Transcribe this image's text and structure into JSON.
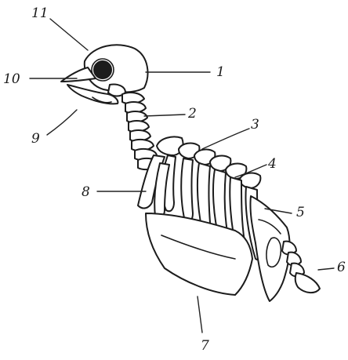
{
  "labels": {
    "l1": "1",
    "l2": "2",
    "l3": "3",
    "l4": "4",
    "l5": "5",
    "l6": "6",
    "l7": "7",
    "l8": "8",
    "l9": "9",
    "l10": "10",
    "l11": "11"
  },
  "colors": {
    "ink": "#1c1c1c",
    "paper": "#ffffff"
  }
}
